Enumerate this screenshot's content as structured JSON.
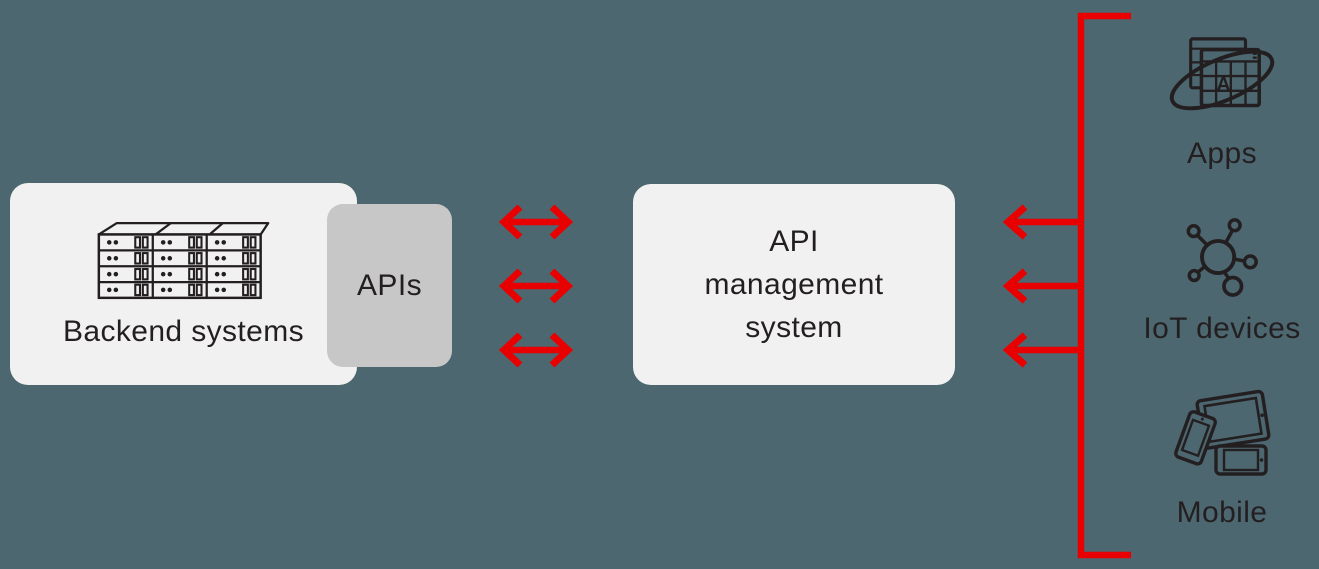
{
  "palette": {
    "background": "#4d6770",
    "panel_light": "#f1f1f1",
    "panel_gray": "#c7c7c7",
    "arrow_red": "#e80000",
    "ink": "#231f20"
  },
  "backend": {
    "label": "Backend systems",
    "icon": "server-rack-icon"
  },
  "apis": {
    "label": "APIs"
  },
  "management": {
    "label": "API management system",
    "lines": [
      "API",
      "management",
      "system"
    ]
  },
  "connections": {
    "backend_to_management": {
      "type": "bidirectional-arrows",
      "count": 3
    },
    "clients_to_management": {
      "type": "inbound-left-arrows",
      "count": 3
    }
  },
  "clients": [
    {
      "label": "Apps",
      "icon": "apps-icon"
    },
    {
      "label": "IoT devices",
      "icon": "iot-devices-icon"
    },
    {
      "label": "Mobile",
      "icon": "mobile-devices-icon"
    }
  ]
}
